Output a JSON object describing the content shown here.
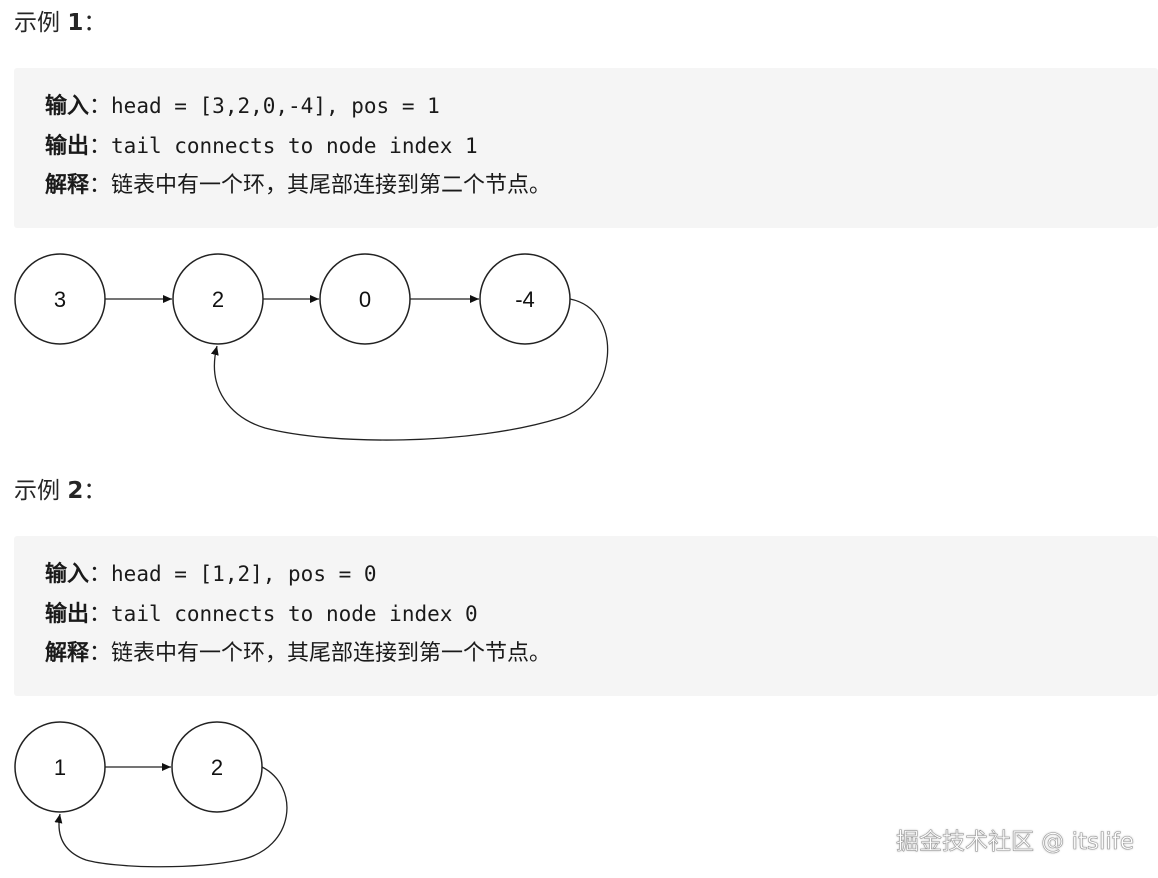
{
  "examples": [
    {
      "heading_prefix": "示例",
      "heading_num": "1",
      "heading_colon": "：",
      "input_label": "输入",
      "input_code": "head = [3,2,0,-4], pos = 1",
      "output_label": "输出",
      "output_code": "tail connects to node index 1",
      "explain_label": "解释",
      "explain_text": "链表中有一个环，其尾部连接到第二个节点。",
      "nodes": [
        "3",
        "2",
        "0",
        "-4"
      ]
    },
    {
      "heading_prefix": "示例",
      "heading_num": "2",
      "heading_colon": "：",
      "input_label": "输入",
      "input_code": "head = [1,2], pos = 0",
      "output_label": "输出",
      "output_code": "tail connects to node index 0",
      "explain_label": "解释",
      "explain_text": "链表中有一个环，其尾部连接到第一个节点。",
      "nodes": [
        "1",
        "2"
      ]
    }
  ],
  "separator": "：",
  "watermark": "掘金技术社区 @ itslife"
}
